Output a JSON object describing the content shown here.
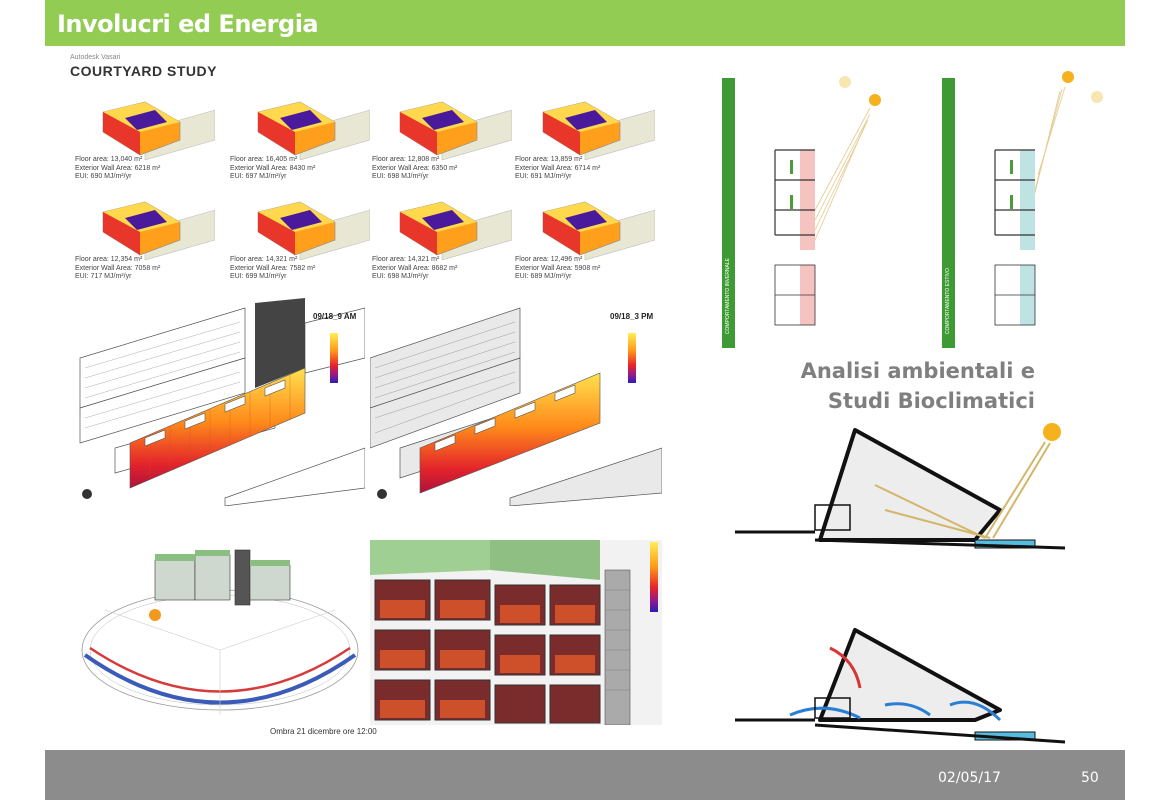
{
  "header": {
    "title": "Involucri ed Energia",
    "color": "#92cc53"
  },
  "courtyard": {
    "brand": "Autodesk Vasari",
    "title": "COURTYARD STUDY",
    "options": [
      {
        "floor": "Floor area: 13,040 m²",
        "wall": "Exterior Wall Area: 6218 m²",
        "eui": "EUI: 690 MJ/m²/yr"
      },
      {
        "floor": "Floor area: 16,405 m²",
        "wall": "Exterior Wall Area: 8430 m²",
        "eui": "EUI: 697 MJ/m²/yr"
      },
      {
        "floor": "Floor area: 12,808 m²",
        "wall": "Exterior Wall Area: 6350 m²",
        "eui": "EUI: 698 MJ/m²/yr"
      },
      {
        "floor": "Floor area: 13,859 m²",
        "wall": "Exterior Wall Area: 6714 m²",
        "eui": "EUI: 691 MJ/m²/yr"
      },
      {
        "floor": "Floor area: 12,354 m²",
        "wall": "Exterior Wall Area: 7058 m²",
        "eui": "EUI: 717 MJ/m²/yr"
      },
      {
        "floor": "Floor area: 14,321 m²",
        "wall": "Exterior Wall Area: 7582 m²",
        "eui": "EUI: 699 MJ/m²/yr"
      },
      {
        "floor": "Floor area: 14,321 m²",
        "wall": "Exterior Wall Area: 8682 m²",
        "eui": "EUI: 698 MJ/m²/yr"
      },
      {
        "floor": "Floor area: 12,496 m²",
        "wall": "Exterior Wall Area: 5908 m²",
        "eui": "EUI: 689 MJ/m²/yr"
      }
    ]
  },
  "heatmaps": {
    "left_label": "09/18_9 AM",
    "right_label": "09/18_3 PM"
  },
  "diagrams": {
    "winter_label": "COMPORTAMENTO INVERNALE",
    "summer_label": "COMPORTAMENTO ESTIVO",
    "bar_color": "#3e9b33"
  },
  "section": {
    "line1": "Analisi ambientali e",
    "line2": "Studi Bioclimatici"
  },
  "caption": "Ombra 21 dicembre ore 12:00",
  "footer": {
    "date": "02/05/17",
    "page": "50",
    "color": "#8c8c8c"
  }
}
